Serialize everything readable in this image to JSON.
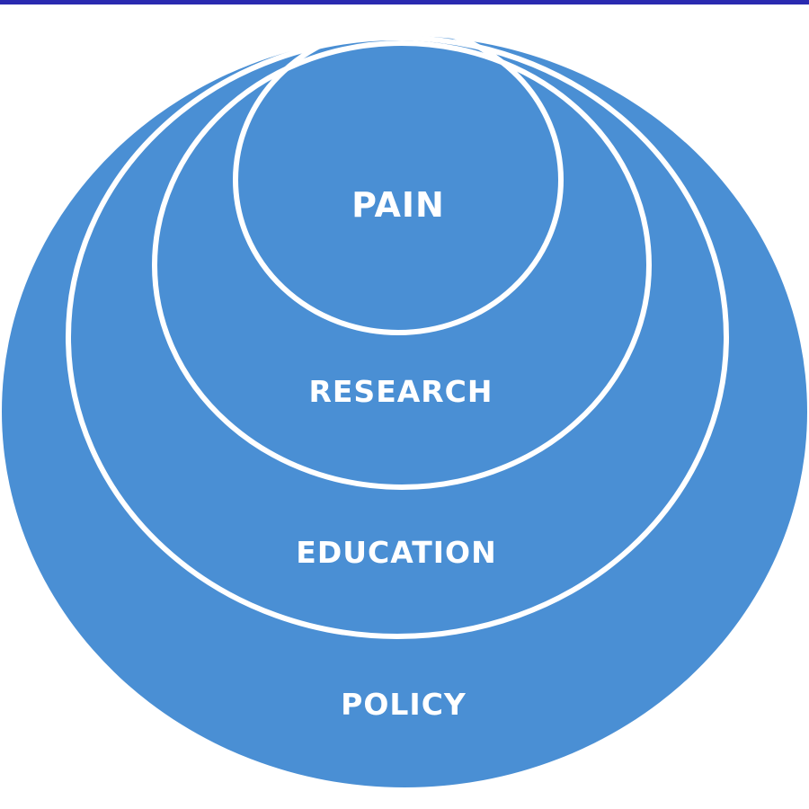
{
  "colors": {
    "circle_fill": "#4a8fd4",
    "ring_stroke": "#ffffff",
    "label_text": "#ffffff",
    "top_rule": "#2a2ab0",
    "background": "#ffffff"
  },
  "rings": [
    {
      "id": "pain",
      "label": "PAIN"
    },
    {
      "id": "research",
      "label": "RESEARCH"
    },
    {
      "id": "education",
      "label": "EDUCATION"
    },
    {
      "id": "policy",
      "label": "POLICY"
    }
  ]
}
